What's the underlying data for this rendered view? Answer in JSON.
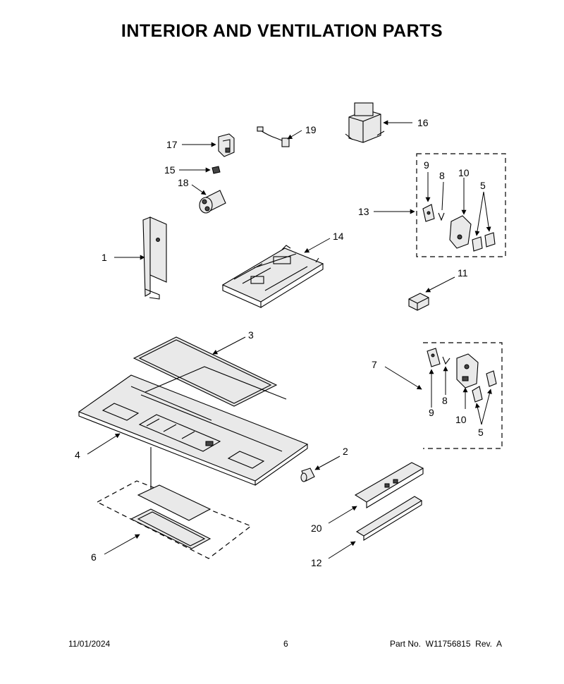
{
  "title": "INTERIOR AND VENTILATION PARTS",
  "callouts": {
    "c1": "1",
    "c2": "2",
    "c3": "3",
    "c4": "4",
    "c5a": "5",
    "c5b": "5",
    "c6": "6",
    "c7": "7",
    "c8a": "8",
    "c8b": "8",
    "c9a": "9",
    "c9b": "9",
    "c10a": "10",
    "c10b": "10",
    "c11": "11",
    "c12": "12",
    "c13": "13",
    "c14": "14",
    "c15": "15",
    "c16": "16",
    "c17": "17",
    "c18": "18",
    "c19": "19",
    "c20": "20"
  },
  "footer": {
    "date": "11/01/2024",
    "page": "6",
    "part_number": "Part No.  W11756815  Rev.  A"
  }
}
